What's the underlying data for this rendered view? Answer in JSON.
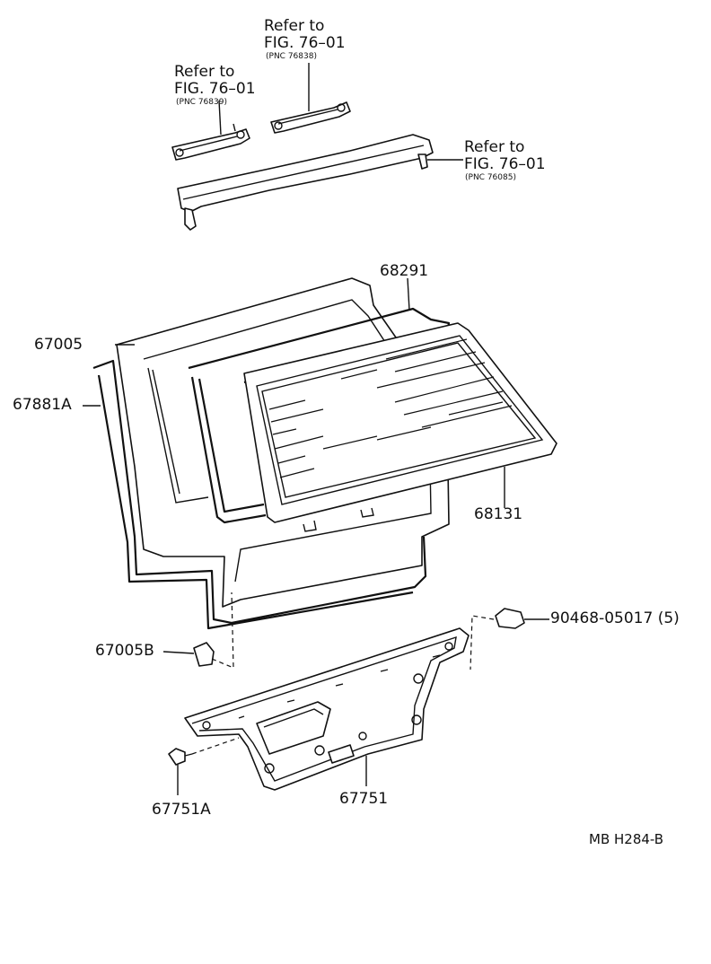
{
  "refs": [
    {
      "line1": "Refer to",
      "line2": "FIG. 76–01",
      "pnc": "(PNC 76838)"
    },
    {
      "line1": "Refer to",
      "line2": "FIG. 76–01",
      "pnc": "(PNC 76839)"
    },
    {
      "line1": "Refer to",
      "line2": "FIG. 76–01",
      "pnc": "(PNC 76085)"
    }
  ],
  "parts": {
    "p68291": "68291",
    "p67005": "67005",
    "p67881A": "67881A",
    "p68131": "68131",
    "p90468": "90468-05017 (5)",
    "p67005B": "67005B",
    "p67751A": "67751A",
    "p67751": "67751"
  },
  "diagram_code": "MB H284-B"
}
